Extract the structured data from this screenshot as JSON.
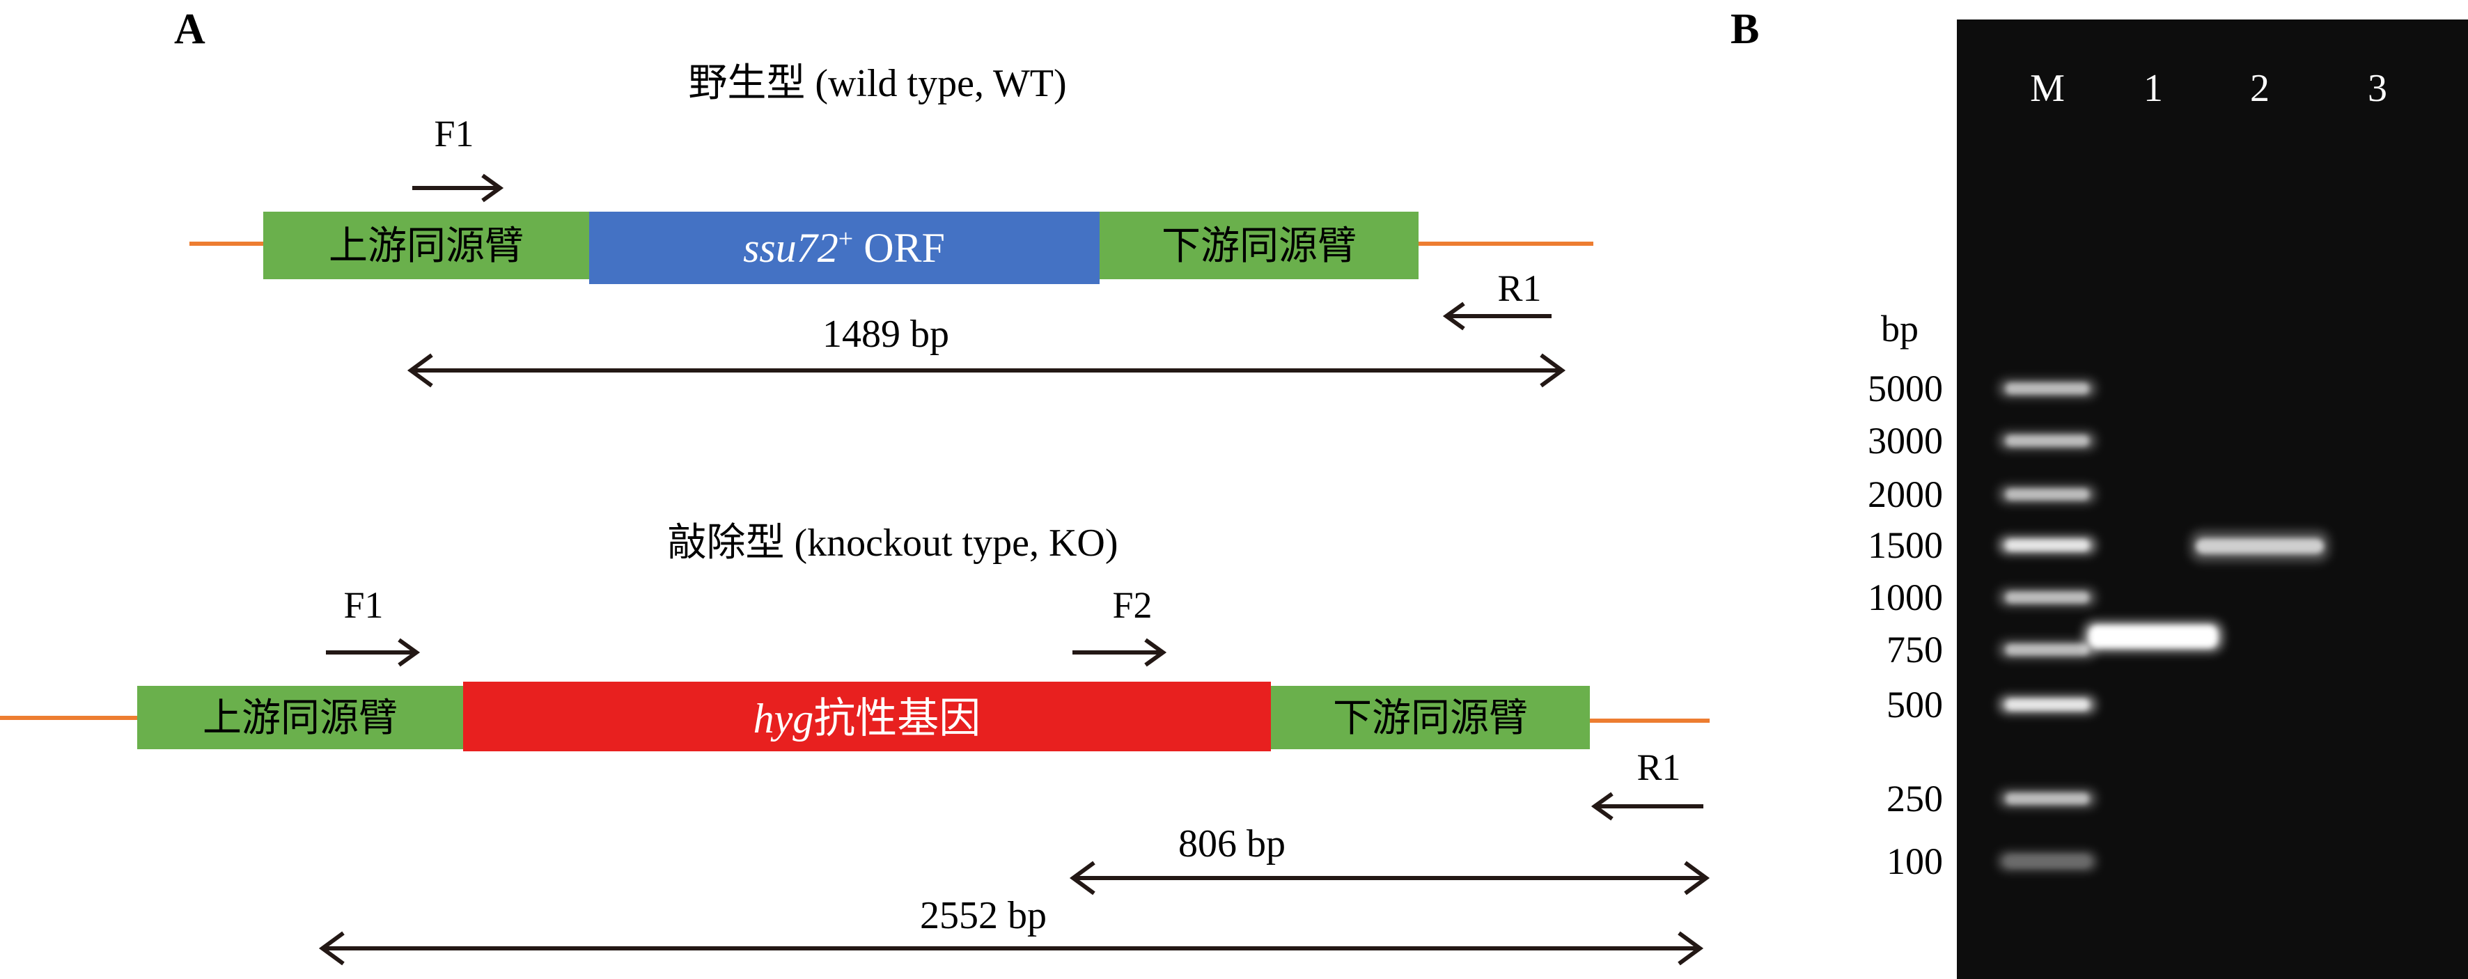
{
  "panel_a": {
    "label": "A",
    "wild_type": {
      "title": "野生型 (wild type, WT)",
      "primer_f1": "F1",
      "primer_r1": "R1",
      "upstream_arm": "上游同源臂",
      "orf_italic": "ssu72",
      "orf_superscript": "+",
      "orf_suffix": " ORF",
      "downstream_arm": "下游同源臂",
      "product_size": "1489 bp"
    },
    "knockout": {
      "title": "敲除型 (knockout type, KO)",
      "primer_f1": "F1",
      "primer_f2": "F2",
      "primer_r1": "R1",
      "upstream_arm": "上游同源臂",
      "marker_italic": "hyg",
      "marker_suffix": "抗性基因",
      "downstream_arm": "下游同源臂",
      "product_small": "806 bp",
      "product_large": "2552 bp"
    },
    "colors": {
      "homology_arm": "#6ab04c",
      "orf": "#4472c4",
      "hyg": "#e8201f",
      "flank_line": "#ed7d31",
      "arrow": "#231815"
    }
  },
  "panel_b": {
    "label": "B",
    "unit": "bp",
    "lane_labels": [
      "M",
      "1",
      "2",
      "3"
    ],
    "ladder_bp": [
      "5000",
      "3000",
      "2000",
      "1500",
      "1000",
      "750",
      "500",
      "250",
      "100"
    ],
    "bands": [
      {
        "lane": "1",
        "size_bp": 806,
        "intensity": "strong"
      },
      {
        "lane": "2",
        "size_bp": 1489,
        "intensity": "medium"
      }
    ]
  }
}
